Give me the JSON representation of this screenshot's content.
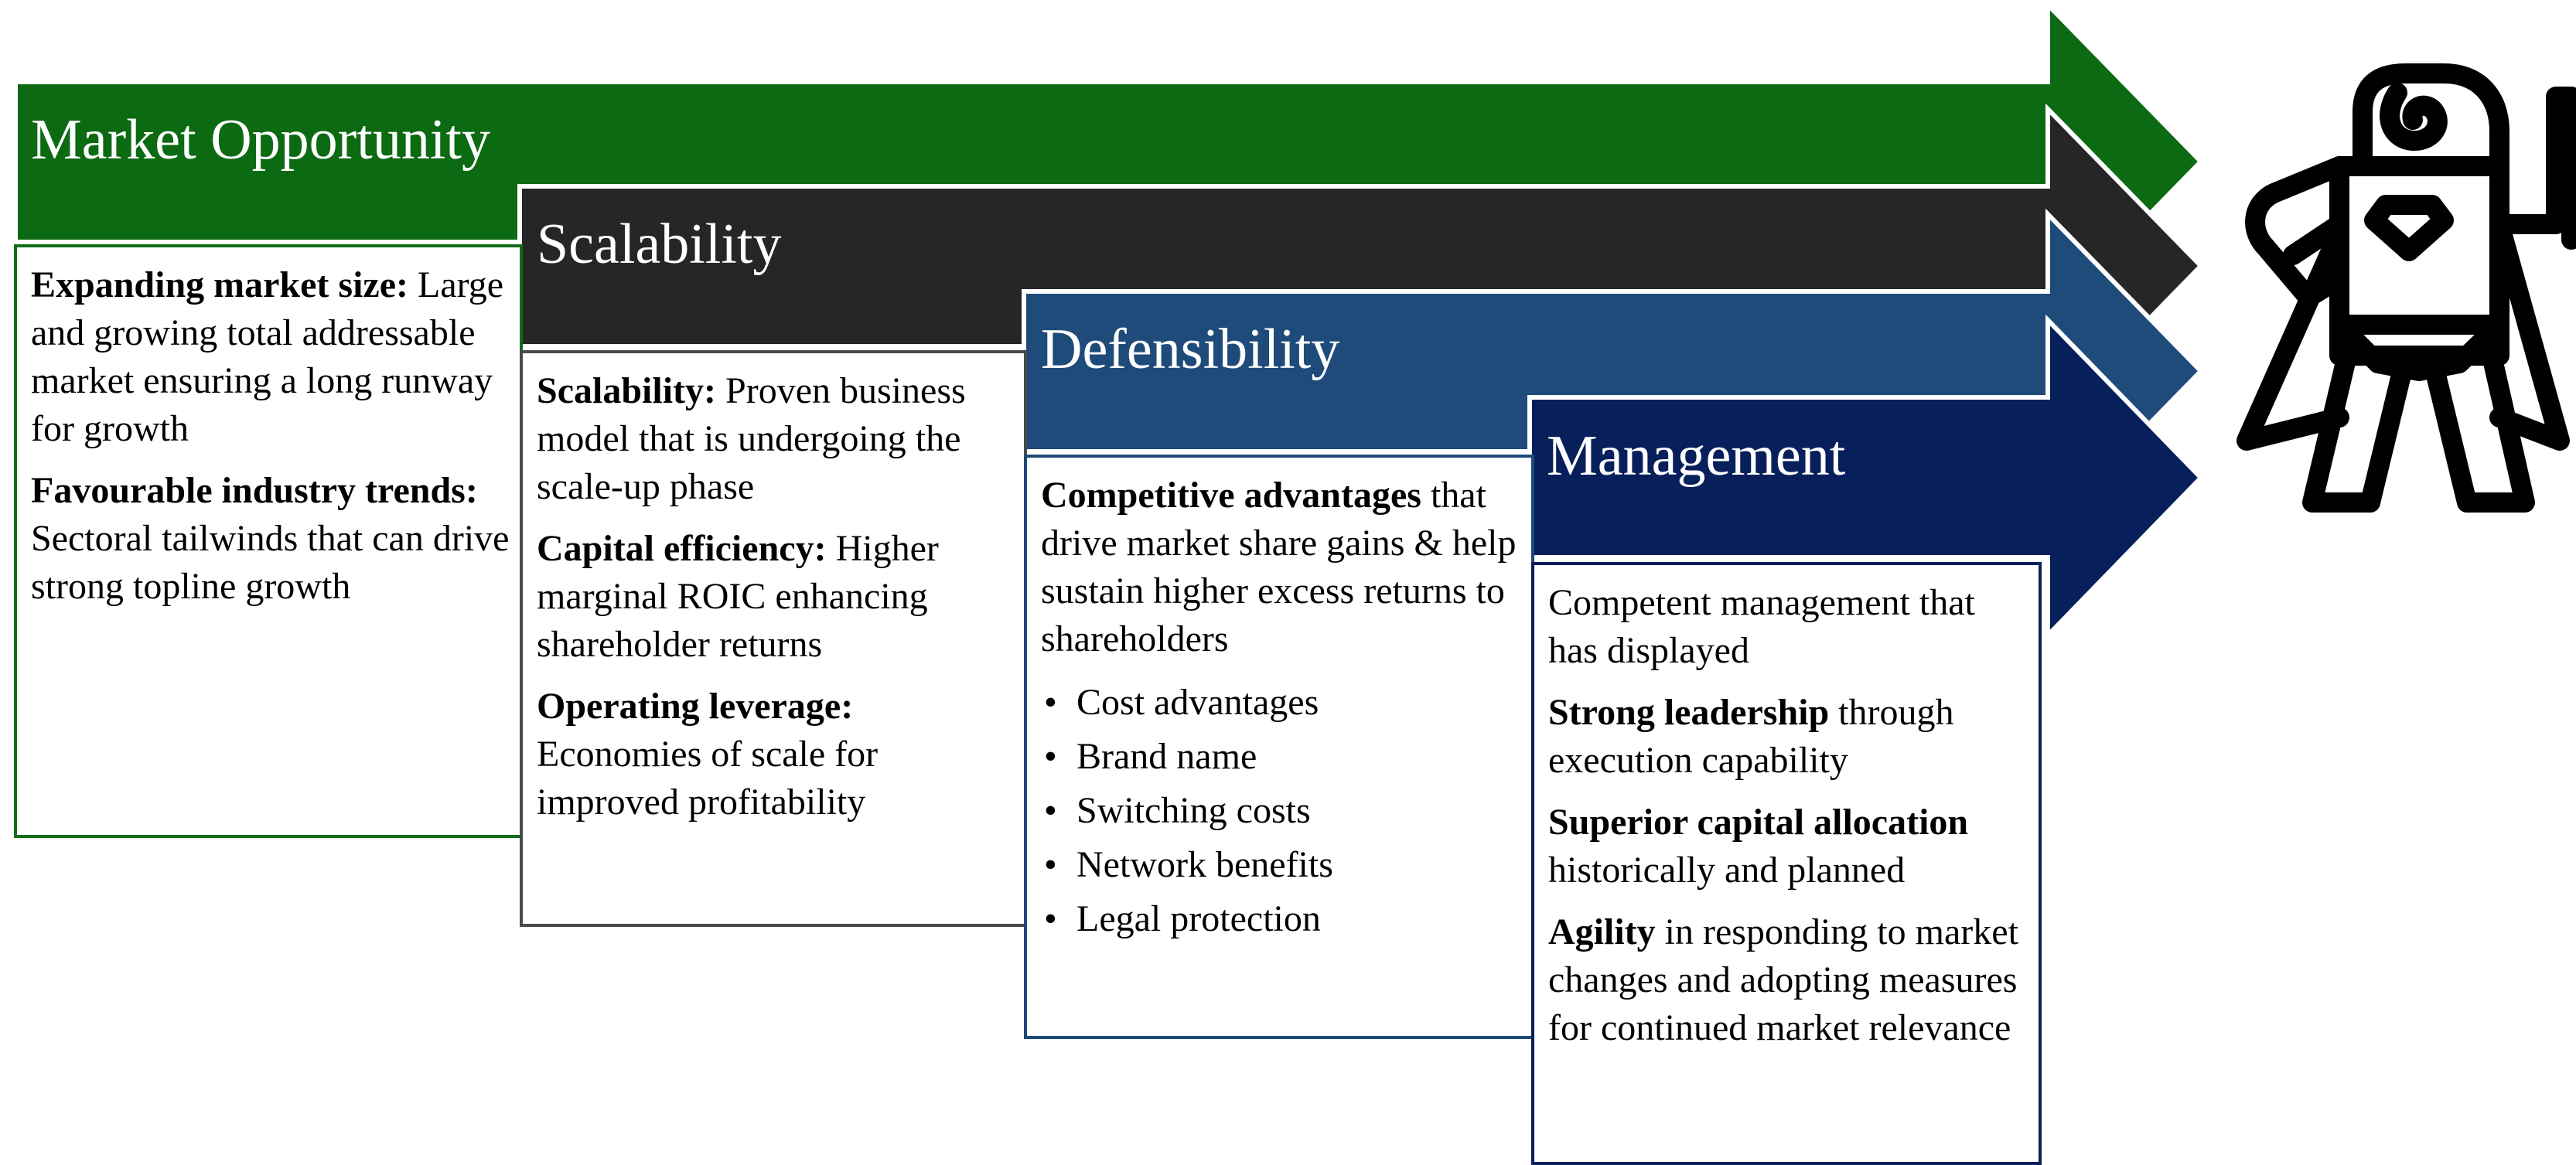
{
  "colors": {
    "green": "#0b6a12",
    "black": "#262626",
    "blue": "#1f4b7b",
    "navy": "#071f5a"
  },
  "arrows": [
    {
      "title": "Market Opportunity",
      "color": "#0b6a12"
    },
    {
      "title": "Scalability",
      "color": "#262626"
    },
    {
      "title": "Defensibility",
      "color": "#1f4b7b"
    },
    {
      "title": "Management",
      "color": "#071f5a"
    }
  ],
  "market_opportunity": {
    "p1_bold": "Expanding market size:",
    "p1_text": "Large and growing total addressable market ensuring a long runway for growth",
    "p2_bold": "Favourable industry trends:",
    "p2_text": "Sectoral tailwinds that can drive strong topline growth"
  },
  "scalability": {
    "p1_bold": "Scalability:",
    "p1_text": "Proven business model that is undergoing the scale-up phase",
    "p2_bold": "Capital efficiency:",
    "p2_text": "Higher marginal ROIC enhancing shareholder returns",
    "p3_bold": "Operating leverage:",
    "p3_text": "Economies of scale for improved profitability"
  },
  "defensibility": {
    "intro_bold": "Competitive advantages",
    "intro_text": "that drive market share gains & help sustain higher excess returns to shareholders",
    "bullets": [
      "Cost advantages",
      "Brand name",
      "Switching costs",
      "Network benefits",
      "Legal protection"
    ]
  },
  "management": {
    "intro": "Competent management that has displayed",
    "p1_bold": "Strong leadership",
    "p1_text": "through execution capability",
    "p2_bold": "Superior capital allocation",
    "p2_text": "historically and planned",
    "p3_bold": "Agility",
    "p3_text": "in responding to market changes and adopting measures for continued market relevance"
  },
  "icon": "superhero-icon"
}
